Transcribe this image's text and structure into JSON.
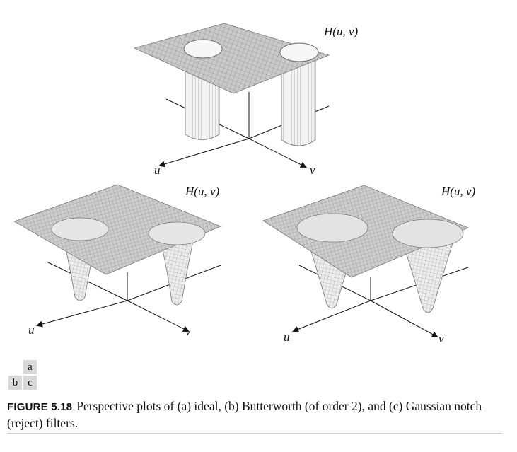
{
  "figure": {
    "plots": [
      {
        "id": "a",
        "title": "H(u, v)",
        "axis_u": "u",
        "axis_v": "v"
      },
      {
        "id": "b",
        "title": "H(u, v)",
        "axis_u": "u",
        "axis_v": "v"
      },
      {
        "id": "c",
        "title": "H(u, v)",
        "axis_u": "u",
        "axis_v": "v"
      }
    ]
  },
  "panel_keys": {
    "row1": [
      "a"
    ],
    "row2": [
      "b",
      "c"
    ]
  },
  "caption": {
    "label": "FIGURE 5.18",
    "text": "Perspective plots of (a) ideal, (b) Butterworth (of order 2), and (c) Gaussian notch (reject) filters."
  },
  "colors": {
    "mesh": "#8a8a8a",
    "mesh_bg": "#c4c4c4",
    "axis": "#111111",
    "key_bg": "#d9d9d9"
  }
}
